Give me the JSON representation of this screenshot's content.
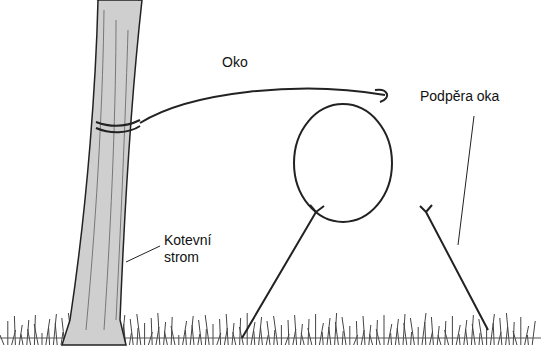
{
  "diagram": {
    "labels": [
      "Oko",
      "Podpěra oka",
      "Kotevní strom"
    ]
  }
}
